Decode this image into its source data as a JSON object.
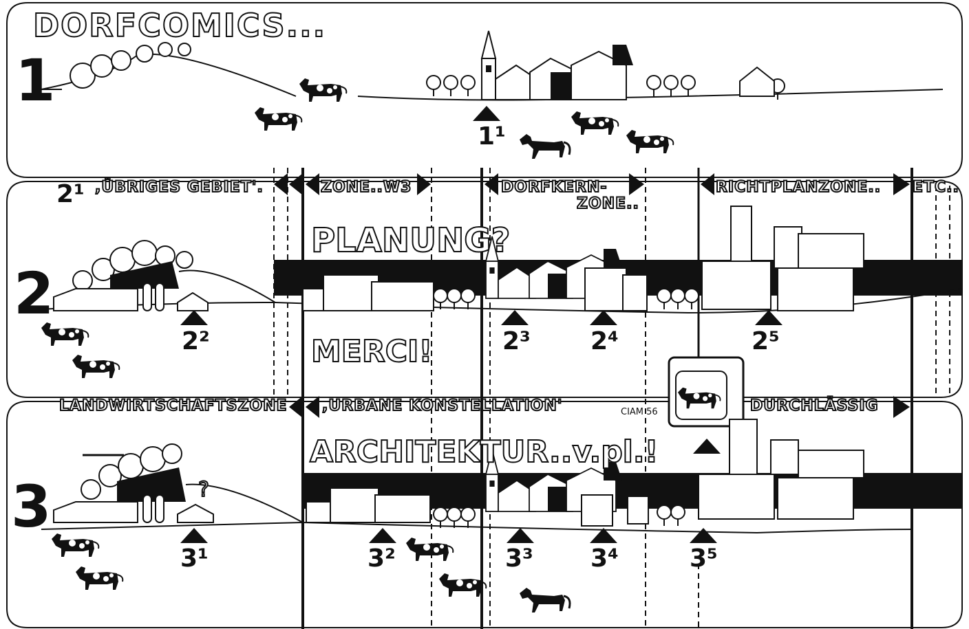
{
  "title": "DORFCOMICS...",
  "rows": [
    {
      "number": "1"
    },
    {
      "number": "2"
    },
    {
      "number": "3"
    }
  ],
  "markers": {
    "m1_1": "1¹",
    "m2_1": "2¹",
    "m2_2": "2²",
    "m2_3": "2³",
    "m2_4": "2⁴",
    "m2_5": "2⁵",
    "m3_1": "3¹",
    "m3_2": "3²",
    "m3_3": "3³",
    "m3_4": "3⁴",
    "m3_5": "3⁵"
  },
  "zone_labels": {
    "uebriges": ",ÜBRIGES GEBIET'.",
    "zone_w3": "ZONE..W3",
    "dorfkern_1": "DORFKERN-",
    "dorfkern_2": "ZONE..",
    "richtplan": "RICHTPLANZONE..",
    "etc": "ETC..",
    "landwirtschaft": "LANDWIRTSCHAFTSZONE",
    "urbane": ",URBANE KONSTELLATION'",
    "ciam": "CIAM 56",
    "durchlaessig": "DURCHLÄSSIG"
  },
  "slogans": {
    "planung": "PLANUNG?",
    "merci": "MERCI!",
    "architektur": "ARCHITEKTUR..v.pl.!"
  }
}
